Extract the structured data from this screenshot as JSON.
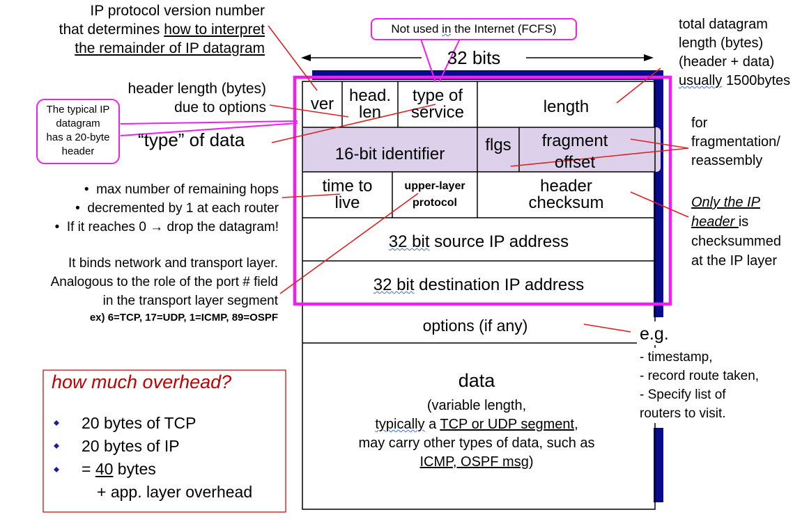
{
  "left": {
    "version_note": [
      "IP protocol version number",
      "that determines",
      "how to interpret",
      "the remainder of IP datagram"
    ],
    "hlen_note": [
      "header length (bytes)",
      "due to options"
    ],
    "typical_box": [
      "The typical IP",
      "datagram",
      "has a 20-byte",
      "header"
    ],
    "type_of_data": "“type” of data",
    "ttl_bullets": [
      "max number of remaining hops",
      "decremented by 1 at each router",
      "If it reaches 0 → drop the datagram!"
    ],
    "proto_note": [
      "It binds network and transport layer.",
      "Analogous to the role of the port # field",
      "in the transport layer segment"
    ],
    "proto_examples": "ex) 6=TCP, 17=UDP, 1=ICMP, 89=OSPF"
  },
  "top": {
    "fcfs_a": "Not used ",
    "fcfs_in": "in",
    "fcfs_b": " the Internet (FCFS)",
    "bits": "32 bits"
  },
  "fields": {
    "ver": "ver",
    "hlen": [
      "head.",
      "len"
    ],
    "tos": [
      "type of",
      "service"
    ],
    "length": "length",
    "identifier": "16-bit identifier",
    "flags": "flgs",
    "fragment": [
      "fragment",
      "offset"
    ],
    "ttl": [
      "time to",
      "live"
    ],
    "protocol": [
      "upper-layer",
      "protocol"
    ],
    "checksum": [
      "header",
      "checksum"
    ],
    "src_bits": "32 bit",
    "src_rest": " source IP address",
    "dst_bits": "32 bit",
    "dst_rest": " destination IP address",
    "options": "options (if any)",
    "data_title": "data",
    "data_line1": "(variable length,",
    "data_typ": "typically",
    "data_a": " a ",
    "data_seg": "TCP or UDP segment",
    "data_comma": ",",
    "data_line3": "may carry other types of data, such as",
    "data_icmp": "ICMP, OSPF msg",
    "data_close": ")"
  },
  "right": {
    "total": [
      "total datagram",
      "length (bytes)",
      "(header + data)"
    ],
    "usually": "usually",
    "bytes1500": " 1500bytes",
    "frag_note": [
      "for",
      "fragmentation/",
      "reassembly"
    ],
    "only_ip_1": "Only the IP",
    "only_ip_2": "header ",
    "is": "is",
    "checksummed": [
      "checksummed",
      "at the IP layer"
    ],
    "eg": "e.g.",
    "eg_items": [
      "- timestamp,",
      "- record route taken,",
      "- Specify list of",
      "routers to visit."
    ]
  },
  "overhead": {
    "title": "how much overhead?",
    "items": [
      "20 bytes of TCP",
      "20 bytes of IP"
    ],
    "eq": "= ",
    "forty": "40",
    "bytes": " bytes",
    "app": "+ app. layer overhead"
  },
  "colors": {
    "magenta": "#f01ff0",
    "navy": "#0a0a8c",
    "red_line": "#e02020",
    "lavender": "#ddd0ea",
    "overhead_red": "#c00000"
  }
}
